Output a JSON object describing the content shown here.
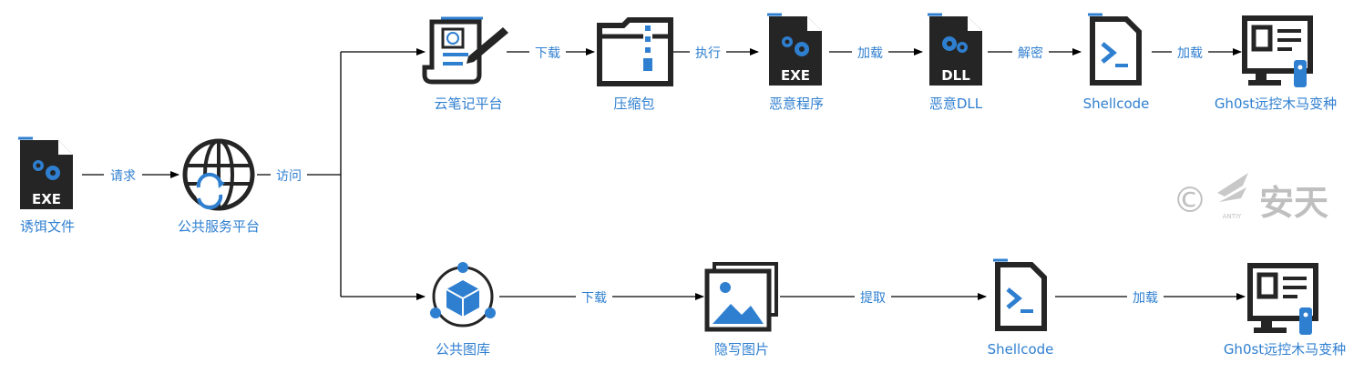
{
  "nodes": {
    "lure": "诱饵文件",
    "public_service": "公共服务平台",
    "cloud_note": "云笔记平台",
    "archive": "压缩包",
    "malware_exe": "恶意程序",
    "malware_dll": "恶意DLL",
    "shellcode_top": "Shellcode",
    "gh0st_top": "Gh0st远控木马变种",
    "public_gallery": "公共图库",
    "stego_image": "隐写图片",
    "shellcode_bottom": "Shellcode",
    "gh0st_bottom": "Gh0st远控木马变种"
  },
  "edges": {
    "request": "请求",
    "visit": "访问",
    "download_top": "下载",
    "execute": "执行",
    "load_dll": "加载",
    "decrypt": "解密",
    "load_top": "加载",
    "download_bottom": "下载",
    "extract": "提取",
    "load_bottom": "加载"
  },
  "icons": {
    "exe_badge": "EXE",
    "dll_badge": "DLL"
  },
  "watermark": {
    "symbol": "©",
    "brand": "安天",
    "brand_latin": "ANTIY"
  },
  "colors": {
    "accent": "#2f7fd0",
    "icon_dark": "#252525",
    "watermark": "#bfbfbf"
  }
}
